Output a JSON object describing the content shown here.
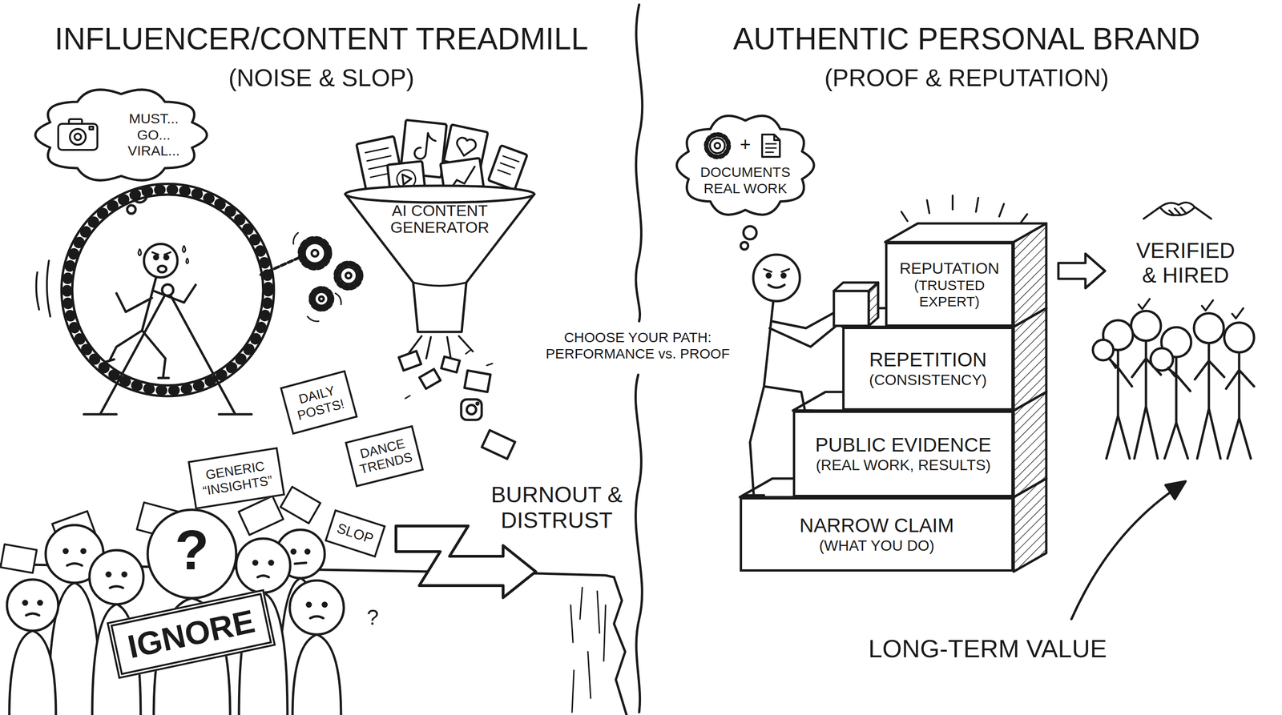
{
  "diagram": {
    "nodes": [
      {
        "text": [
          "MUST... GO... VIRAL..."
        ]
      },
      {
        "text": [
          "AI CONTENT GENERATOR"
        ]
      },
      {
        "text": [
          "DAILY POSTS!"
        ]
      },
      {
        "text": [
          "DANCE TRENDS"
        ]
      },
      {
        "text": [
          "GENERIC “INSIGHTS”"
        ]
      },
      {
        "text": [
          "SLOP"
        ]
      },
      {
        "text": [
          "IGNORE"
        ]
      },
      {
        "text": [
          "+",
          "DOCUMENTS REAL WORK"
        ]
      },
      {
        "text": [
          "REPUTATION",
          "(TRUSTED EXPERT)"
        ]
      },
      {
        "text": [
          "REPETITION",
          "(CONSISTENCY)"
        ]
      },
      {
        "text": [
          "PUBLIC EVIDENCE",
          "(REAL WORK, RESULTS)"
        ]
      },
      {
        "text": [
          "NARROW CLAIM",
          "(WHAT YOU DO)"
        ]
      }
    ],
    "labels": [
      "INFLUENCER/CONTENT TREADMILL",
      "(NOISE & SLOP)",
      "AUTHENTIC PERSONAL BRAND",
      "(PROOF & REPUTATION)",
      "CHOOSE YOUR PATH: PERFORMANCE vs. PROOF",
      "VERIFIED & HIRED",
      "?",
      "BURNOUT & DISTRUST",
      "?",
      "LONG-TERM VALUE"
    ]
  }
}
